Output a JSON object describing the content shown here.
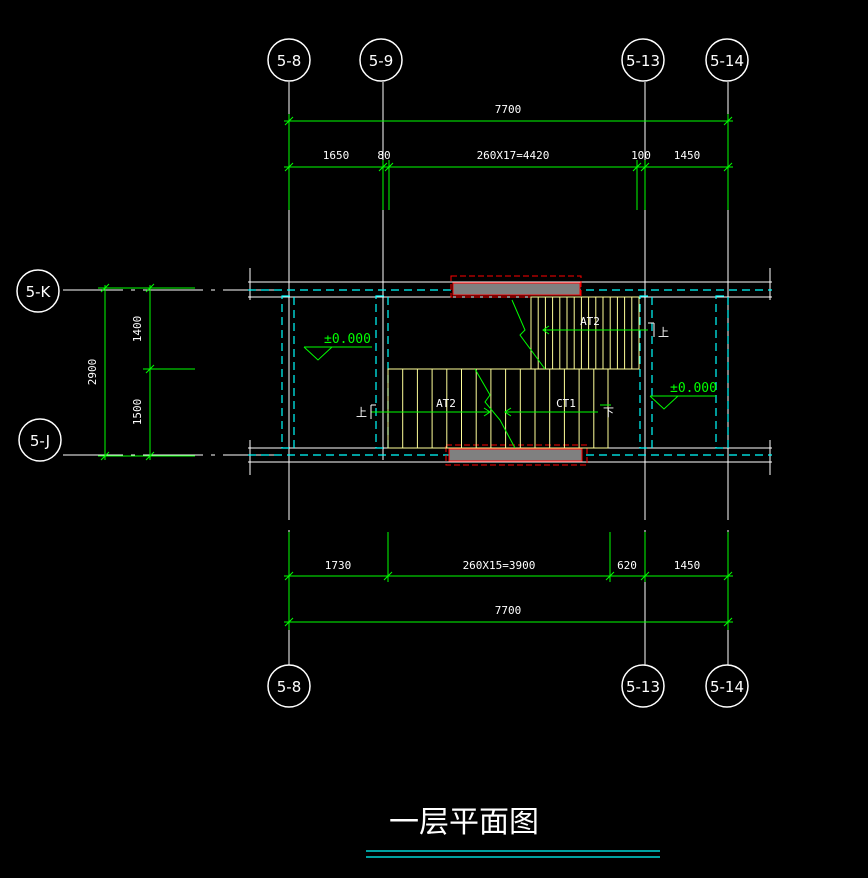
{
  "drawing": {
    "title": "一层平面图",
    "colors": {
      "background": "#000000",
      "dimension": "#00ff00",
      "axis": "#ffffff",
      "wall_dashed": "#00ffff",
      "stair": "#ffff99",
      "beam_fill": "#808080",
      "beam_outline": "#ff0000",
      "text": "#ffffff"
    },
    "top_axes": [
      "5-8",
      "5-9",
      "5-13",
      "5-14"
    ],
    "bottom_axes": [
      "5-8",
      "5-13",
      "5-14"
    ],
    "left_axes": [
      "5-K",
      "5-J"
    ],
    "top_dims": {
      "overall": "7700",
      "segments": [
        "1650",
        "80",
        "260X17=4420",
        "100",
        "1450"
      ]
    },
    "bottom_dims": {
      "overall": "7700",
      "segments": [
        "1730",
        "260X15=3900",
        "620",
        "1450"
      ]
    },
    "left_dims": {
      "overall": "2900",
      "segments": [
        "1400",
        "1500"
      ]
    },
    "elevations": [
      "±0.000",
      "±0.000"
    ],
    "stair_labels": {
      "upper_flight": "AT2",
      "lower_flight_left": "AT2",
      "lower_flight_right": "CT1",
      "up_mark_upper": "上",
      "up_mark_lower": "上",
      "down_mark": "下"
    }
  }
}
